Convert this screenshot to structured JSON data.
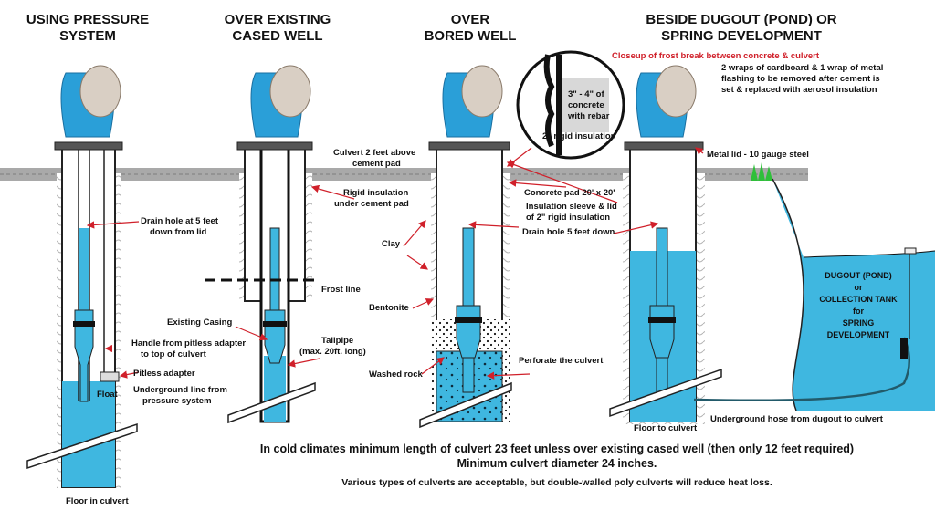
{
  "headings": {
    "pressure": [
      "USING PRESSURE",
      "SYSTEM"
    ],
    "cased": [
      "OVER EXISTING",
      "CASED WELL"
    ],
    "bored": [
      "OVER",
      "BORED WELL"
    ],
    "dugout": [
      "BESIDE DUGOUT (POND) OR",
      "SPRING DEVELOPMENT"
    ]
  },
  "labels": {
    "drain_hole_5ft": [
      "Drain hole at 5 feet",
      "down from lid"
    ],
    "handle": [
      "Handle from pitless adapter",
      "to top of culvert"
    ],
    "pitless": "Pitless adapter",
    "underground_line": [
      "Underground line from",
      "pressure system"
    ],
    "float": "Float",
    "floor_in_culvert": "Floor in culvert",
    "frost_line": "Frost line",
    "existing_casing": "Existing Casing",
    "tailpipe": [
      "Tailpipe",
      "(max. 20ft. long)"
    ],
    "culvert_above": [
      "Culvert 2 feet above",
      "cement pad"
    ],
    "rigid_insulation": [
      "Rigid insulation",
      "under cement pad"
    ],
    "clay": "Clay",
    "bentonite": "Bentonite",
    "washed_rock": "Washed rock",
    "closeup_title": "Closeup of frost break between concrete & culvert",
    "closeup_concrete": [
      "3\" - 4\" of",
      "concrete",
      "with rebar"
    ],
    "closeup_rigid": "2\" rigid insulation",
    "wraps": [
      "2 wraps of cardboard & 1 wrap of metal",
      "flashing to be removed after cement is",
      "set & replaced with aerosol insulation"
    ],
    "metal_lid": "Metal lid - 10 gauge steel",
    "concrete_pad": "Concrete pad 20' x 20'",
    "insulation_sleeve": [
      "Insulation sleeve & lid",
      "of 2\" rigid insulation"
    ],
    "drain_hole_down": "Drain hole 5 feet down",
    "perforate": "Perforate the culvert",
    "floor_to_culvert": "Floor to culvert",
    "underground_hose": "Underground hose from dugout to culvert",
    "dugout_tank": [
      "DUGOUT (POND)",
      "or",
      "COLLECTION TANK",
      "for",
      "SPRING",
      "DEVELOPMENT"
    ]
  },
  "footer": {
    "line1": "In cold climates minimum length of culvert 23 feet unless over existing cased well (then only 12 feet required)",
    "line2": "Minimum culvert diameter 24 inches.",
    "line3": "Various types of culverts are acceptable, but double-walled poly culverts will reduce heat loss."
  },
  "colors": {
    "water": "#3fb7e0",
    "bowl": "#2a9fd8",
    "ground": "#a9a9a9",
    "arrow": "#d0202a",
    "grass": "#2fbf3a"
  }
}
